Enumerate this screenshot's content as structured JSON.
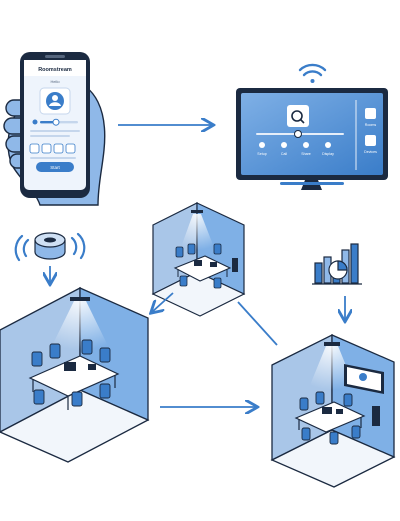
{
  "phone": {
    "app_title": "Roomstream",
    "subtitle": "Hello",
    "button_label": "Start",
    "screen_color": "#dce8f7"
  },
  "monitor": {
    "tile_labels": [
      "Setup",
      "Call",
      "Share",
      "Display"
    ],
    "side_labels": [
      "Rooms",
      "Devices"
    ]
  },
  "colors": {
    "accent": "#3a7dc9",
    "dark": "#1b2a41",
    "wall": "#a9c6e8",
    "floor": "#f2f6fb"
  },
  "icons": [
    "wifi-icon",
    "ceiling-speaker-icon",
    "sound-wave-icon",
    "analytics-chart-icon",
    "user-avatar-icon"
  ]
}
